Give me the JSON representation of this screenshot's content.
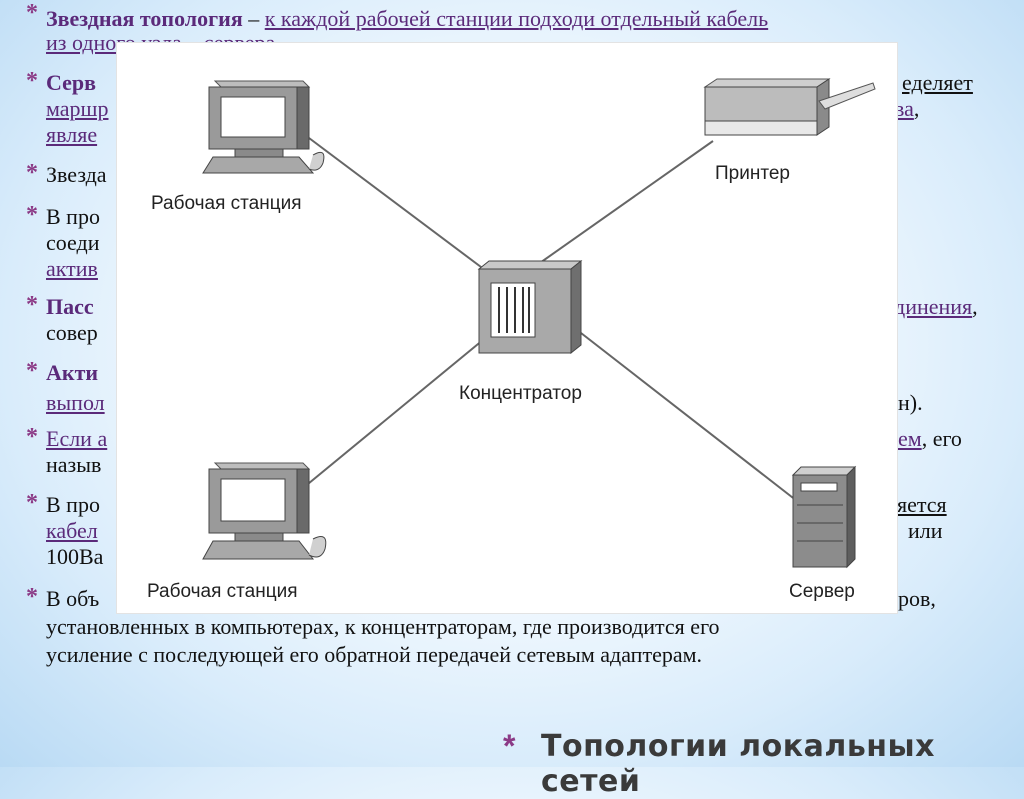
{
  "bullets": [
    {
      "b": "Звездная топология",
      "sep": " – ",
      "link": "к каждой рабочей станции подходи отдельный кабель",
      "line2": "из одного узла – сервера"
    },
    {
      "b": "Серв",
      "r1": "еделяет",
      "l2a": "маршр",
      "l2b": "ва",
      "l2c": ",",
      "l3": "являе"
    },
    {
      "l1": "Звезда"
    },
    {
      "l1": "В про",
      "l2": "соеди",
      "l3": "актив"
    },
    {
      "b": "Пасс",
      "r1": "динения",
      "r1c": ",",
      "l2": "совер"
    },
    {
      "b": "Акти",
      "l2": "выпол",
      "r2": "н)."
    },
    {
      "l1": "Если а",
      "r1": "ем",
      "r1c": ", его",
      "l2": "назыв"
    },
    {
      "l1": "В про",
      "r1": "ляется",
      "l2": "кабел",
      "r2": "или",
      "l3": "100Ва"
    },
    {
      "l1": "В объ",
      "r1": "ров,",
      "l2": "установленных в компьютерах, к концентраторам, где производится его",
      "l3": "усиление с последующей его обратной передачей сетевым адаптерам."
    }
  ],
  "diagram": {
    "ws_top": "Рабочая станция",
    "printer": "Принтер",
    "hub": "Концентратор",
    "ws_bottom": "Рабочая станция",
    "server": "Сервер"
  },
  "footer": {
    "star": "*",
    "title": "Топологии локальных сетей"
  }
}
